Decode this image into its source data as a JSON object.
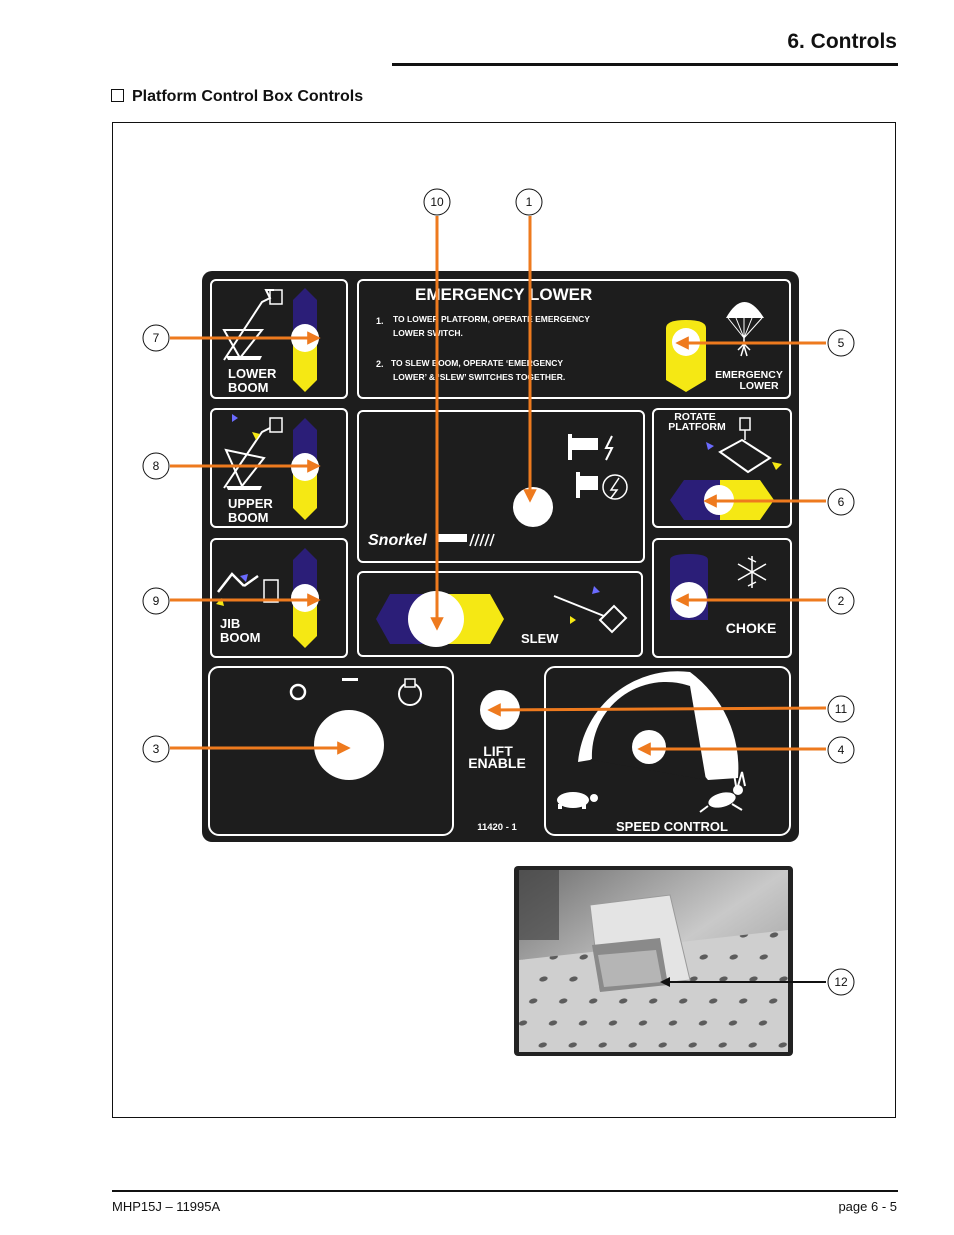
{
  "header": {
    "title": "6. Controls"
  },
  "section": {
    "heading": "Platform Control Box Controls"
  },
  "panel": {
    "emergency_lower_title": "EMERGENCY LOWER",
    "instruction_1_num": "1.",
    "instruction_1_line1": "TO LOWER PLATFORM, OPERATE EMERGENCY",
    "instruction_1_line2": "LOWER SWITCH.",
    "instruction_2_num": "2.",
    "instruction_2_line1": "TO SLEW BOOM, OPERATE ‘EMERGENCY",
    "instruction_2_line2": "LOWER’ & ‘SLEW’ SWITCHES TOGETHER.",
    "emergency_lower_label_1": "EMERGENCY",
    "emergency_lower_label_2": "LOWER",
    "lower_boom_1": "LOWER",
    "lower_boom_2": "BOOM",
    "upper_boom_1": "UPPER",
    "upper_boom_2": "BOOM",
    "jib_boom_1": "JIB",
    "jib_boom_2": "BOOM",
    "rotate_platform_1": "ROTATE",
    "rotate_platform_2": "PLATFORM",
    "brand": "Snorkel",
    "slew": "SLEW",
    "choke": "CHOKE",
    "lift_enable_1": "LIFT",
    "lift_enable_2": "ENABLE",
    "part_number": "11420 - 1",
    "speed_control": "SPEED CONTROL"
  },
  "callouts": [
    "10",
    "1",
    "7",
    "5",
    "8",
    "6",
    "9",
    "2",
    "3",
    "11",
    "4",
    "12"
  ],
  "colors": {
    "accent": "#ee7a1e",
    "navy": "#2b1e78",
    "yellow": "#f5e814",
    "panel": "#1d1d1d"
  },
  "footer": {
    "left": "MHP15J – 11995A",
    "right": "page  6 - 5"
  }
}
